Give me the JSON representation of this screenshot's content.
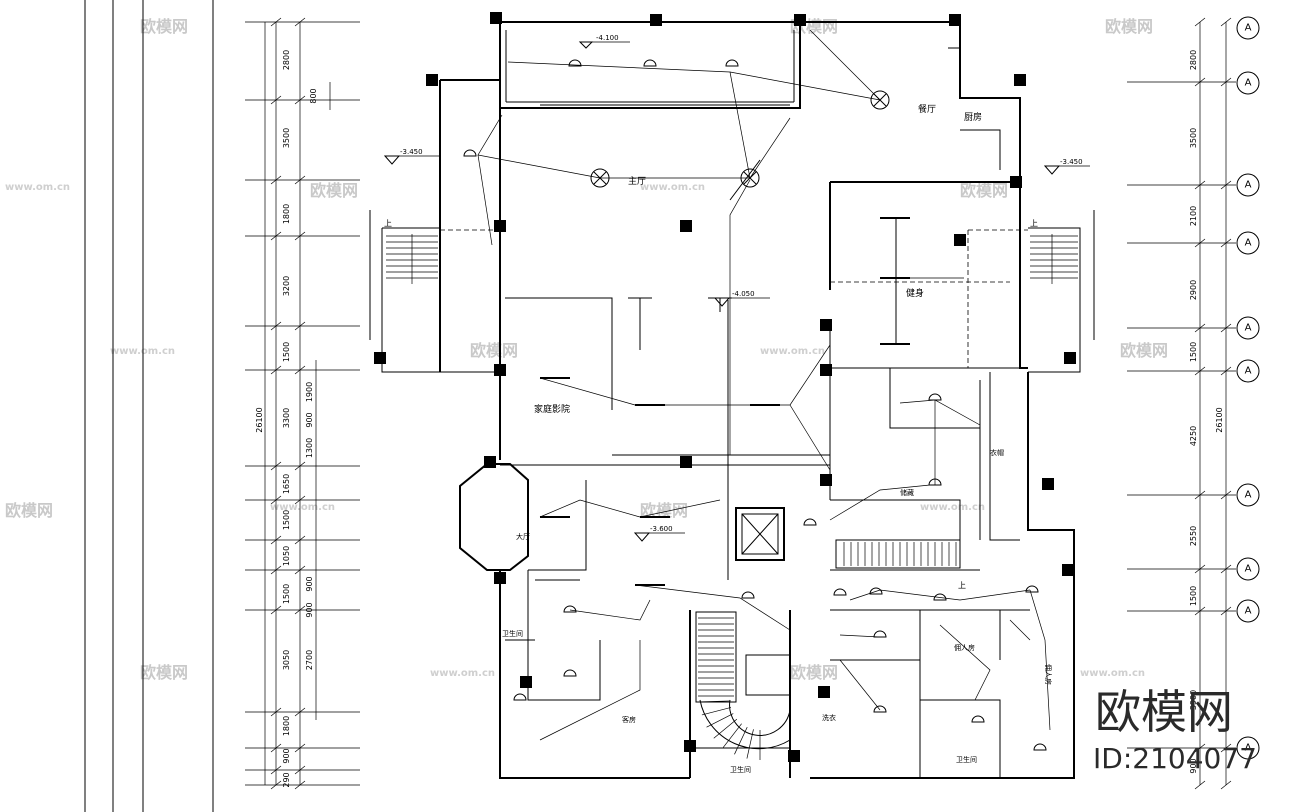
{
  "rooms": {
    "living_room": "主厅",
    "dining_room": "餐厅",
    "kitchen": "厨房",
    "gym": "健身",
    "home_theater": "家庭影院",
    "cloakroom": "衣帽",
    "storage": "储藏",
    "hall": "大厅",
    "guest_room": "客房",
    "maid_room_1": "佣人房",
    "maid_room_2": "佣人房",
    "bath_1": "卫生间",
    "bath_2": "卫生间",
    "bath_3": "卫生间",
    "laundry": "洗衣"
  },
  "elevations": {
    "top": "-4.100",
    "left": "-3.450",
    "right": "-3.450",
    "center": "-4.050",
    "lower": "-3.600"
  },
  "stair_labels": {
    "left": "上",
    "right": "上",
    "lower": "上"
  },
  "left_dimensions": [
    "2800",
    "3500",
    "1800",
    "3200",
    "1500",
    "3300",
    "1650",
    "1500",
    "1050",
    "1500",
    "3050",
    "1800",
    "900",
    "290"
  ],
  "left_sub_dimensions": [
    "800",
    "1900",
    "900",
    "1300",
    "900",
    "900",
    "2700"
  ],
  "left_total": "26100",
  "right_dimensions": [
    "2800",
    "3500",
    "2100",
    "2900",
    "1500",
    "4250",
    "2550",
    "1500",
    "3900",
    "900"
  ],
  "right_total": "26100",
  "axis_label": "A",
  "watermark": {
    "brand": "欧模网",
    "url": "www.om.cn",
    "id_text": "ID:2104077"
  }
}
